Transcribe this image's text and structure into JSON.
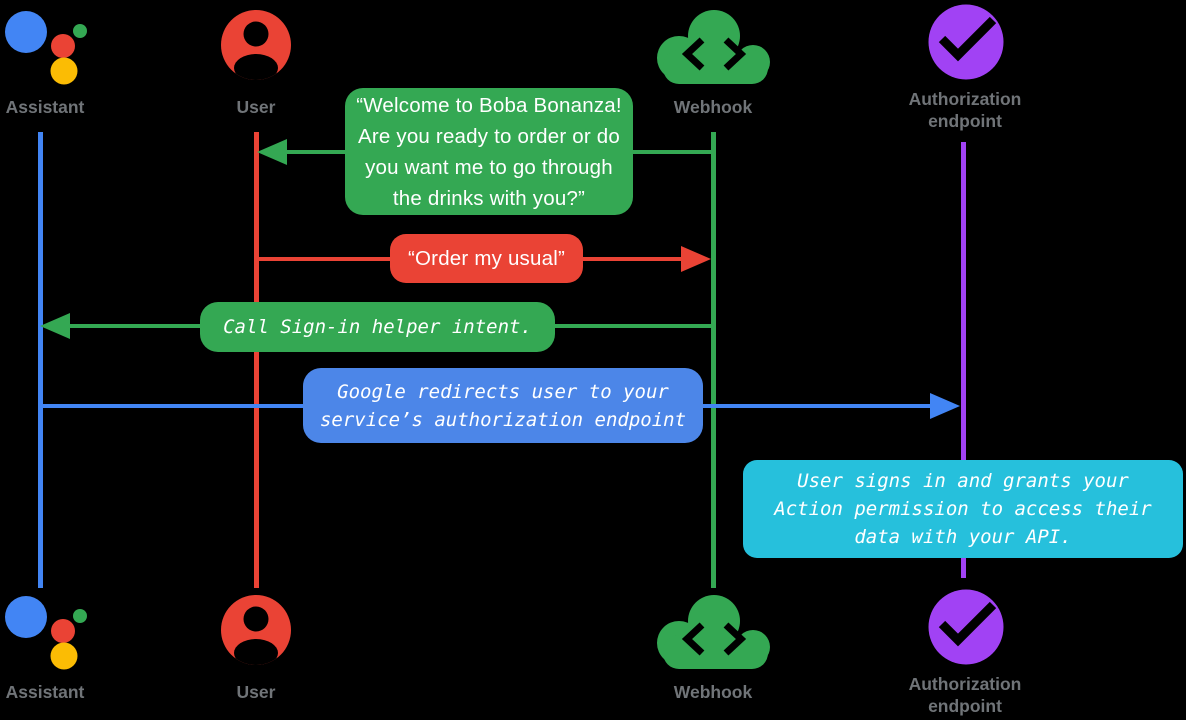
{
  "palette": {
    "background": "#000000",
    "blue": "#4285F4",
    "blue_bubble": "#4C86E8",
    "red": "#EA4335",
    "green": "#34A853",
    "purple": "#A142F4",
    "cyan": "#26C0DC",
    "yellow": "#FBBC04",
    "label_gray": "#707478",
    "bubble_text": "#FFFFFF"
  },
  "diagram_type": "sequence-diagram",
  "actors": [
    {
      "id": "assistant",
      "label": "Assistant",
      "icon": "google-assistant-icon",
      "lifeline_color": "#4285F4"
    },
    {
      "id": "user",
      "label": "User",
      "icon": "person-circle-icon",
      "lifeline_color": "#EA4335"
    },
    {
      "id": "webhook",
      "label": "Webhook",
      "icon": "cloud-code-icon",
      "lifeline_color": "#34A853"
    },
    {
      "id": "auth",
      "label": "Authorization endpoint",
      "icon": "checkmark-circle-icon",
      "lifeline_color": "#A142F4"
    }
  ],
  "messages": [
    {
      "id": "welcome",
      "from": "webhook",
      "to": "user",
      "direction": "left",
      "color": "#34A853",
      "text_style": "sans",
      "text": "“Welcome to Boba Bonanza!\nAre you ready to order or do\nyou want me to go through\nthe drinks with you?”"
    },
    {
      "id": "order",
      "from": "user",
      "to": "webhook",
      "direction": "right",
      "color": "#EA4335",
      "text_style": "sans",
      "text": "“Order my usual”"
    },
    {
      "id": "signin-helper",
      "from": "webhook",
      "to": "assistant",
      "direction": "left",
      "color": "#34A853",
      "text_style": "mono-italic",
      "text": "Call Sign-in helper intent."
    },
    {
      "id": "redirect",
      "from": "assistant",
      "to": "auth",
      "direction": "right",
      "color": "#4C86E8",
      "text_style": "mono-italic",
      "text": "Google redirects user to your\nservice’s authorization endpoint"
    },
    {
      "id": "signin-note",
      "on": "auth",
      "direction": "none",
      "color": "#26C0DC",
      "text_style": "mono-italic",
      "text": "User signs in and grants your\nAction permission to access their\ndata with your API."
    }
  ]
}
